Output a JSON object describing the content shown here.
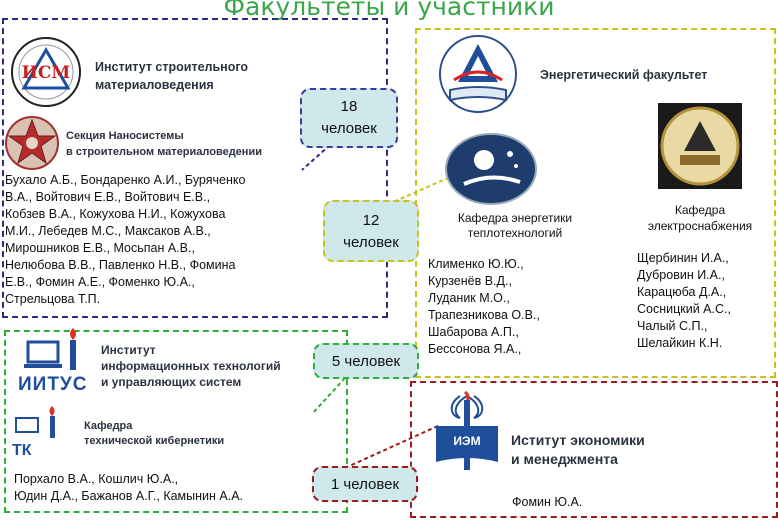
{
  "title": "Факультеты и участники",
  "colors": {
    "title": "#3aa64a",
    "blue": "#2a2a8c",
    "yellow": "#c8c21a",
    "green": "#2fae3c",
    "red": "#9b1c1c",
    "bubble": "#cfe8ec"
  },
  "ism": {
    "name_line1": "Институт строительного",
    "name_line2": "материаловедения",
    "logo_text": "ИСМ",
    "section_line1": "Секция Наносистемы",
    "section_line2": "в строительном материаловедении",
    "count_number": "18",
    "count_unit": "человек",
    "members": [
      "Бухало А.Б., Бондаренко А.И., Буряченко",
      "В.А., Войтович Е.В., Войтович Е.В.,",
      "Кобзев В.А., Кожухова Н.И., Кожухова",
      "М.И., Лебедев М.С., Максаков А.В.,",
      "Мирошников Е.В., Мосьпан А.В.,",
      "Нелюбова В.В., Павленко Н.В., Фомина",
      "Е.В., Фомин А.Е., Фоменко Ю.А.,",
      "Стрельцова Т.П."
    ]
  },
  "energy": {
    "name": "Энергетический факультет",
    "count_number": "12",
    "count_unit": "человек",
    "dept1_line1": "Кафедра энергетики",
    "dept1_line2": "теплотехнологий",
    "dept2_line1": "Кафедра",
    "dept2_line2": "электроснабжения",
    "dept1_members": [
      "Клименко Ю.Ю.,",
      "Курзенёв В.Д.,",
      "Луданик М.О.,",
      "Трапезникова О.В.,",
      "Шабарова А.П.,",
      "Бессонова Я.А.,"
    ],
    "dept2_members": [
      "Щербинин И.А.,",
      "Дубровин И.А.,",
      "Карацюба Д.А.,",
      "Сосницкий А.С.,",
      "Чалый С.П.,",
      "Шелайкин К.Н."
    ]
  },
  "iitus": {
    "name_line1": "Институт",
    "name_line2": "информационных технологий",
    "name_line3": "и управляющих систем",
    "logo_text": "ИИТУС",
    "dept_logo_text": "ТК",
    "dept_line1": "Кафедра",
    "dept_line2": "технической кибернетики",
    "count": "5 человек",
    "members": [
      "Порхало В.А., Кошлич Ю.А.,",
      "Юдин Д.А., Бажанов А.Г., Камынин А.А."
    ]
  },
  "iem": {
    "name_line1": "Иститут экономики",
    "name_line2": "и менеджмента",
    "logo_text": "ИЭМ",
    "count": "1 человек",
    "members": [
      "Фомин Ю.А."
    ]
  }
}
